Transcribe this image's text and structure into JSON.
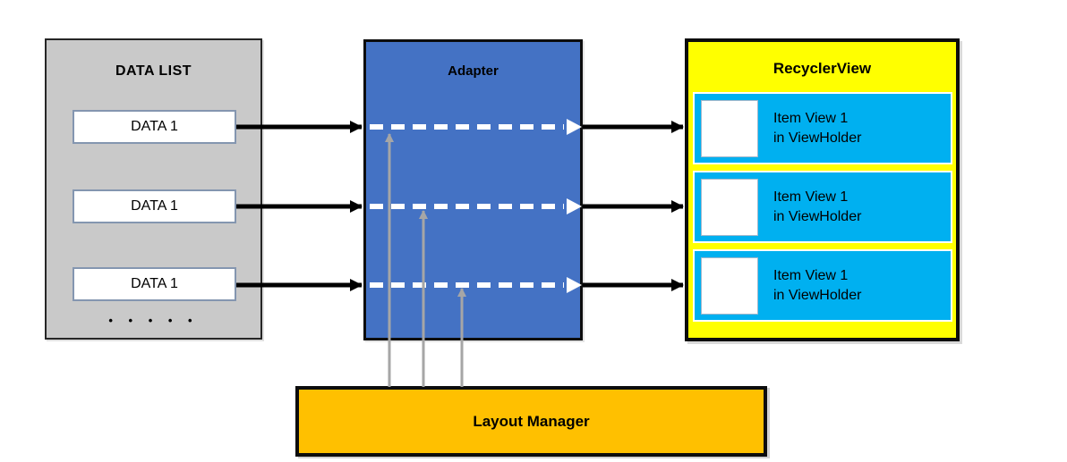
{
  "diagram": {
    "data_list": {
      "title": "DATA LIST",
      "items": [
        "DATA 1",
        "DATA 1",
        "DATA 1"
      ],
      "ellipsis": "• • • • •"
    },
    "adapter": {
      "title": "Adapter"
    },
    "recycler_view": {
      "title": "RecyclerView",
      "items": [
        {
          "line1": "Item View 1",
          "line2": "in ViewHolder"
        },
        {
          "line1": "Item View 1",
          "line2": "in ViewHolder"
        },
        {
          "line1": "Item View 1",
          "line2": "in ViewHolder"
        }
      ]
    },
    "layout_manager": {
      "title": "Layout Manager"
    }
  },
  "colors": {
    "data_list_fill": "#C9C9C9",
    "data_list_border": "#262626",
    "adapter_fill": "#4472C4",
    "recycler_fill": "#FFFF00",
    "item_fill": "#00B0F0",
    "layout_manager_fill": "#FFC000",
    "arrow_black": "#000000",
    "arrow_white": "#FFFFFF",
    "arrow_gray": "#A6A6A6",
    "data_item_border": "#8496B0",
    "square_border": "#A3B8CC"
  }
}
